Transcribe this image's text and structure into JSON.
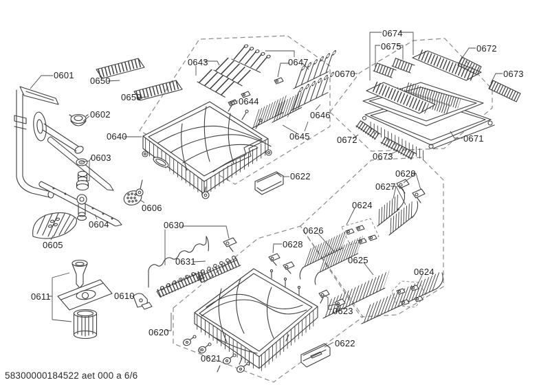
{
  "diagram": {
    "footer": "58300000184522 aet 000 a 6/6",
    "colors": {
      "line": "#3d3d3d",
      "boundary_dash": "#8a8a8a",
      "label_text": "#1e1e1e",
      "background": "#ffffff"
    },
    "labels": [
      {
        "text": "0601"
      },
      {
        "text": "0650"
      },
      {
        "text": "0650"
      },
      {
        "text": "0602"
      },
      {
        "text": "0640"
      },
      {
        "text": "0603"
      },
      {
        "text": "0604"
      },
      {
        "text": "0605"
      },
      {
        "text": "0606"
      },
      {
        "text": "0611"
      },
      {
        "text": "0610"
      },
      {
        "text": "0643"
      },
      {
        "text": "0647"
      },
      {
        "text": "0644"
      },
      {
        "text": "0646"
      },
      {
        "text": "0645"
      },
      {
        "text": "0622"
      },
      {
        "text": "0674"
      },
      {
        "text": "0675"
      },
      {
        "text": "0672"
      },
      {
        "text": "0673"
      },
      {
        "text": "0670"
      },
      {
        "text": "0672"
      },
      {
        "text": "0673"
      },
      {
        "text": "0671"
      },
      {
        "text": "0628"
      },
      {
        "text": "0627"
      },
      {
        "text": "0624"
      },
      {
        "text": "0626"
      },
      {
        "text": "0628"
      },
      {
        "text": "0625"
      },
      {
        "text": "0624"
      },
      {
        "text": "0623"
      },
      {
        "text": "0620"
      },
      {
        "text": "0621"
      },
      {
        "text": "0622"
      },
      {
        "text": "0630"
      },
      {
        "text": "0631"
      }
    ]
  }
}
